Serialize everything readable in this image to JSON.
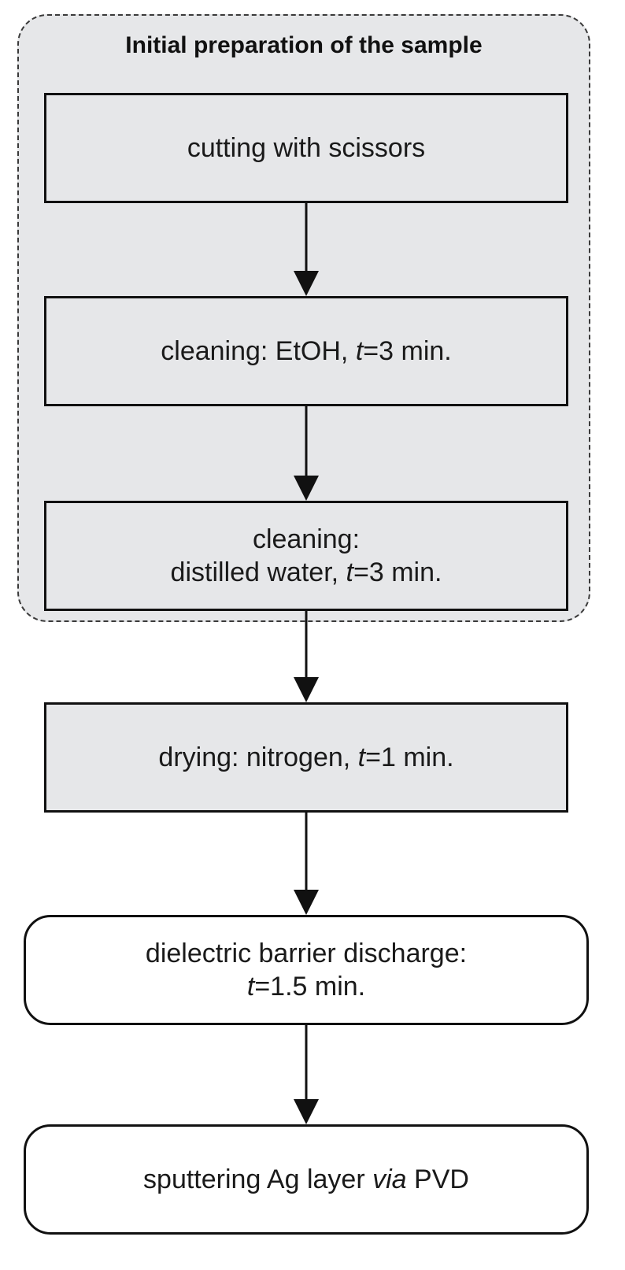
{
  "group": {
    "title": "Initial preparation of the sample"
  },
  "steps": [
    {
      "id": "cutting",
      "lines": [
        {
          "pre": "cutting with scissors",
          "var": "",
          "post": ""
        }
      ]
    },
    {
      "id": "cleaning-etoh",
      "lines": [
        {
          "pre": "cleaning: EtOH, ",
          "var": "t",
          "post": "=3 min."
        }
      ]
    },
    {
      "id": "cleaning-water",
      "lines": [
        {
          "pre": "cleaning:",
          "var": "",
          "post": ""
        },
        {
          "pre": "distilled water, ",
          "var": "t",
          "post": "=3 min."
        }
      ]
    },
    {
      "id": "drying",
      "lines": [
        {
          "pre": "drying: nitrogen, ",
          "var": "t",
          "post": "=1 min."
        }
      ]
    },
    {
      "id": "dbd",
      "lines": [
        {
          "pre": "dielectric barrier discharge:",
          "var": "",
          "post": ""
        },
        {
          "pre": "",
          "var": "t",
          "post": "=1.5 min."
        }
      ]
    },
    {
      "id": "sputtering",
      "lines": [
        {
          "pre": "sputtering Ag layer ",
          "var": "via",
          "post": " PVD"
        }
      ]
    }
  ]
}
